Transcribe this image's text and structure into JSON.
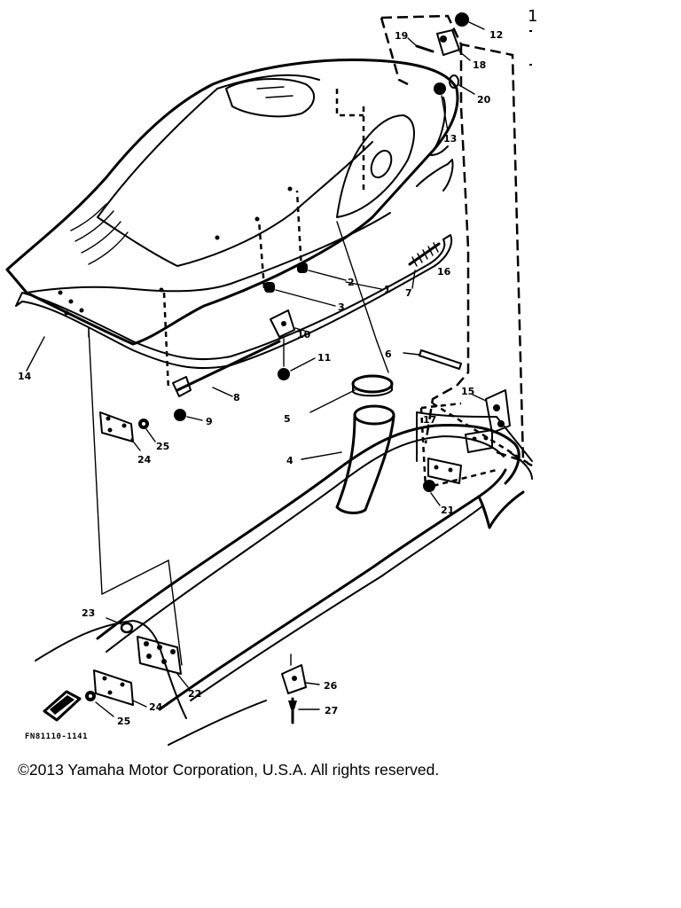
{
  "figure_code": "FN81110-1141",
  "copyright": "©2013 Yamaha Motor Corporation, U.S.A. All rights reserved.",
  "edge_mark": "1",
  "callouts": {
    "c1": "1",
    "c2": "2",
    "c3": "3",
    "c4": "4",
    "c5": "5",
    "c6": "6",
    "c7": "7",
    "c8": "8",
    "c9": "9",
    "c10": "10",
    "c11": "11",
    "c12": "12",
    "c13": "13",
    "c14": "14",
    "c15": "15",
    "c16": "16",
    "c17": "17",
    "c18": "18",
    "c19": "19",
    "c20": "20",
    "c21": "21",
    "c22": "22",
    "c23": "23",
    "c24a": "24",
    "c24b": "24",
    "c25a": "25",
    "c25b": "25",
    "c26": "26",
    "c27": "27"
  }
}
